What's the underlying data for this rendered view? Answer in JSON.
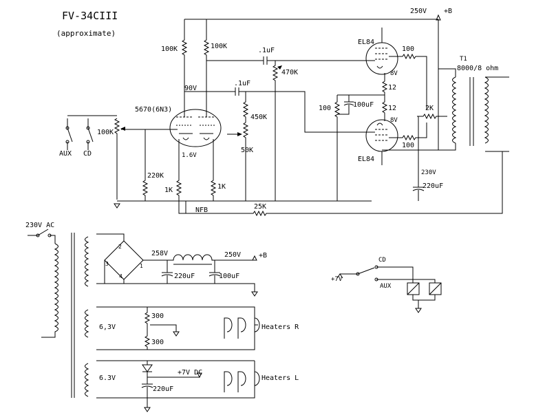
{
  "title": "FV-34CIII",
  "subtitle": "(approximate)",
  "amp": {
    "r_plate_1": "100K",
    "r_plate_2": "100K",
    "c_coupling_1": ".1uF",
    "c_coupling_2": ".1uF",
    "r_grid_470k": "470K",
    "plate_voltage": "90V",
    "r_450k": "450K",
    "r_50k": "50K",
    "tube_input": "5670(6N3)",
    "cathode_voltage": "1.6V",
    "r_cathode_1": "1K",
    "r_cathode_2": "1K",
    "r_220k": "220K",
    "volume_pot": "100K",
    "input_aux": "AUX",
    "input_cd": "CD",
    "tube_output_top": "EL84",
    "tube_output_bottom": "EL84",
    "r_grid_stop_1": "100",
    "r_grid_stop_2": "100",
    "cathode_voltage_top": "8V",
    "cathode_voltage_bottom": "8V",
    "r_12_a": "12",
    "r_12_b": "12",
    "r_bias": "100",
    "c_bias": "100uF",
    "r_2k": "2K",
    "b_plus_voltage": "250V",
    "b_plus_label": "+B",
    "transformer_name": "T1",
    "transformer_rating": "8000/8 ohm",
    "screen_voltage": "230V",
    "c_screen": "220uF",
    "nfb_label": "NFB",
    "r_nfb": "25K"
  },
  "psu": {
    "mains": "230V AC",
    "rectified_voltage": "258V",
    "output_voltage": "250V",
    "b_plus_label": "+B",
    "c_filter_1": "220uF",
    "c_filter_2": "100uF",
    "bridge_pins": [
      "1",
      "2",
      "3",
      "4"
    ],
    "heater_r_voltage": "6,3V",
    "r_hum_1": "300",
    "r_hum_2": "300",
    "heaters_r": "Heaters R",
    "heater_l_voltage": "6.3V",
    "dc_label": "+7V DC",
    "c_heater": "220uF",
    "heaters_l": "Heaters L"
  },
  "relay": {
    "cd": "CD",
    "aux": "AUX",
    "supply": "+7V"
  }
}
